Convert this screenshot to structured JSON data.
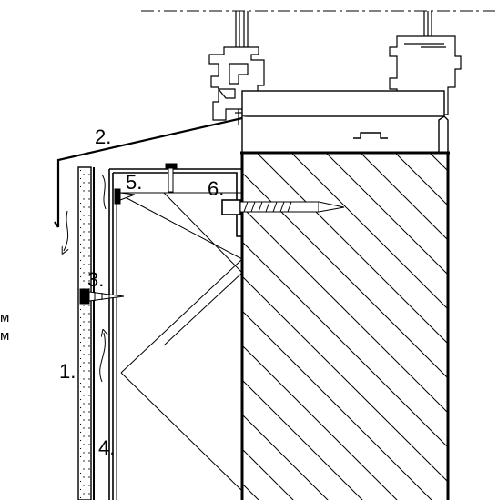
{
  "callouts": {
    "c1": "1.",
    "c2": "2.",
    "c3": "3.",
    "c4": "4.",
    "c5": "5.",
    "c6": "6."
  },
  "side_text": {
    "line1": "м",
    "line2": "м"
  },
  "colors": {
    "ink": "#000000",
    "paper": "#ffffff",
    "fill_light": "#f2f2f2"
  }
}
